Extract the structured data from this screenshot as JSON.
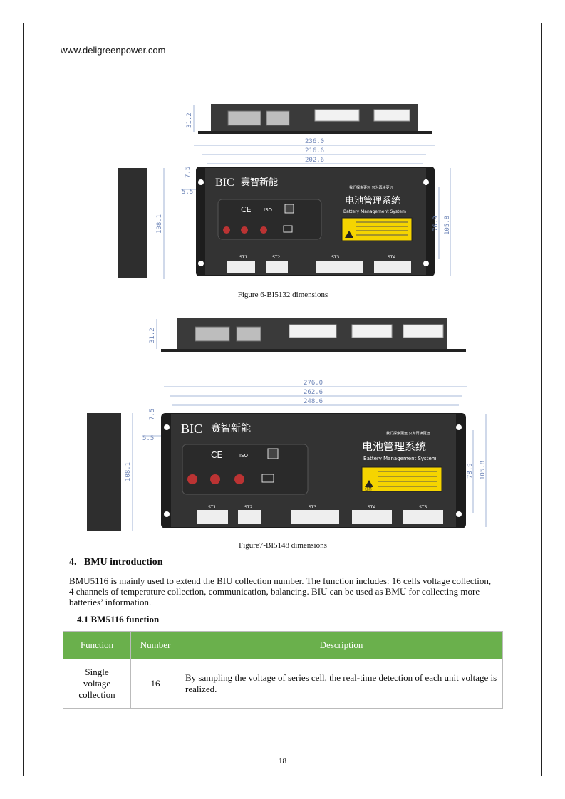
{
  "header": {
    "website": "www.deligreenpower.com"
  },
  "figure6": {
    "caption": "Figure 6-BI5132 dimensions",
    "dims": {
      "height": "31.2",
      "w_total": "236.0",
      "w_mid": "216.6",
      "w_inner": "202.6",
      "hole_top": "7.5",
      "hole_side": "5.5",
      "depth": "108.1",
      "side_h1": "76.9",
      "side_h2": "105.8"
    },
    "connectors": [
      "ST1",
      "ST2",
      "ST3",
      "ST4"
    ]
  },
  "figure7": {
    "caption": "Figure7-BI5148 dimensions",
    "dims": {
      "height": "31.2",
      "w_total": "276.0",
      "w_mid": "262.6",
      "w_inner": "248.6",
      "hole_top": "7.5",
      "hole_side": "5.5",
      "depth": "108.1",
      "side_h1": "78.9",
      "side_h2": "105.8"
    },
    "connectors": [
      "ST1",
      "ST2",
      "ST3",
      "ST4",
      "ST5"
    ]
  },
  "device_label": {
    "brand_latin": "BIC",
    "brand_cn": "赛智新能",
    "slogan": "我们探索更远   只为再续更远",
    "product_cn": "电池管理系统",
    "product_en": "Battery Management System",
    "cert_ce": "CE",
    "cert_iso": "ISO",
    "warning_cn": "注意"
  },
  "section4": {
    "heading": "4.   BMU introduction",
    "paragraph": "BMU5116 is mainly used to extend the BIU collection number. The function includes: 16 cells voltage collection, 4 channels of temperature collection, communication, balancing. BIU can be used as BMU for collecting more batteries’ information."
  },
  "section41": {
    "heading": "4.1 BM5116 function",
    "table": {
      "headers": [
        "Function",
        "Number",
        "Description"
      ],
      "rows": [
        {
          "function": "Single voltage collection",
          "number": "16",
          "description": "By sampling the voltage of series cell, the real-time detection of each unit voltage is realized."
        }
      ]
    }
  },
  "footer": {
    "page_number": "18"
  }
}
